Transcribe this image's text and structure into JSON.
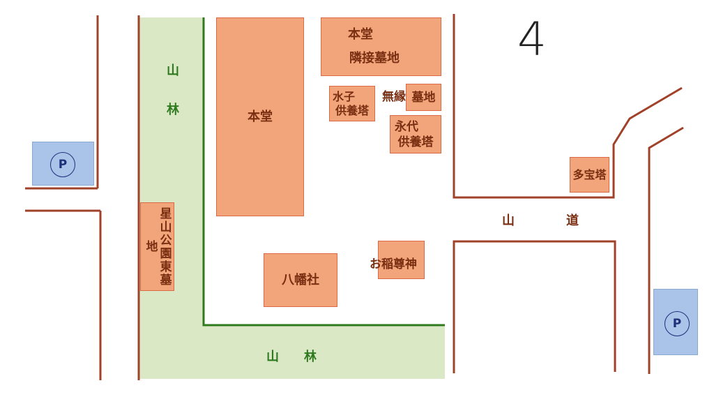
{
  "map": {
    "sheet_number": "4",
    "colors": {
      "forest": "#dbe8c6",
      "building": "#f2a57a",
      "building_border": "#d96a45",
      "road_line": "#a0422a",
      "forest_line": "#2f7a1f",
      "parking": "#a9c4e8"
    },
    "labels": {
      "forest_top": [
        "山",
        "林"
      ],
      "forest_bottom": "山　　林",
      "mountain_road": "山　道"
    },
    "buildings": {
      "hondo": "本堂",
      "hondo_adjacent_line1": "本堂",
      "hondo_adjacent_line2": "隣接墓地",
      "mizuko_line1": "水子",
      "mizuko_line2": "供養塔",
      "muen_prefix": "無縁",
      "muen_box": "墓地",
      "eidai_line1": "永代",
      "eidai_line2": "供養塔",
      "tahoto": "多宝塔",
      "hachimansha": "八幡社",
      "oinari": "お稲尊神",
      "hoshiyama": "星山公園東墓地"
    },
    "parking": {
      "left": "P",
      "right": "P"
    }
  }
}
